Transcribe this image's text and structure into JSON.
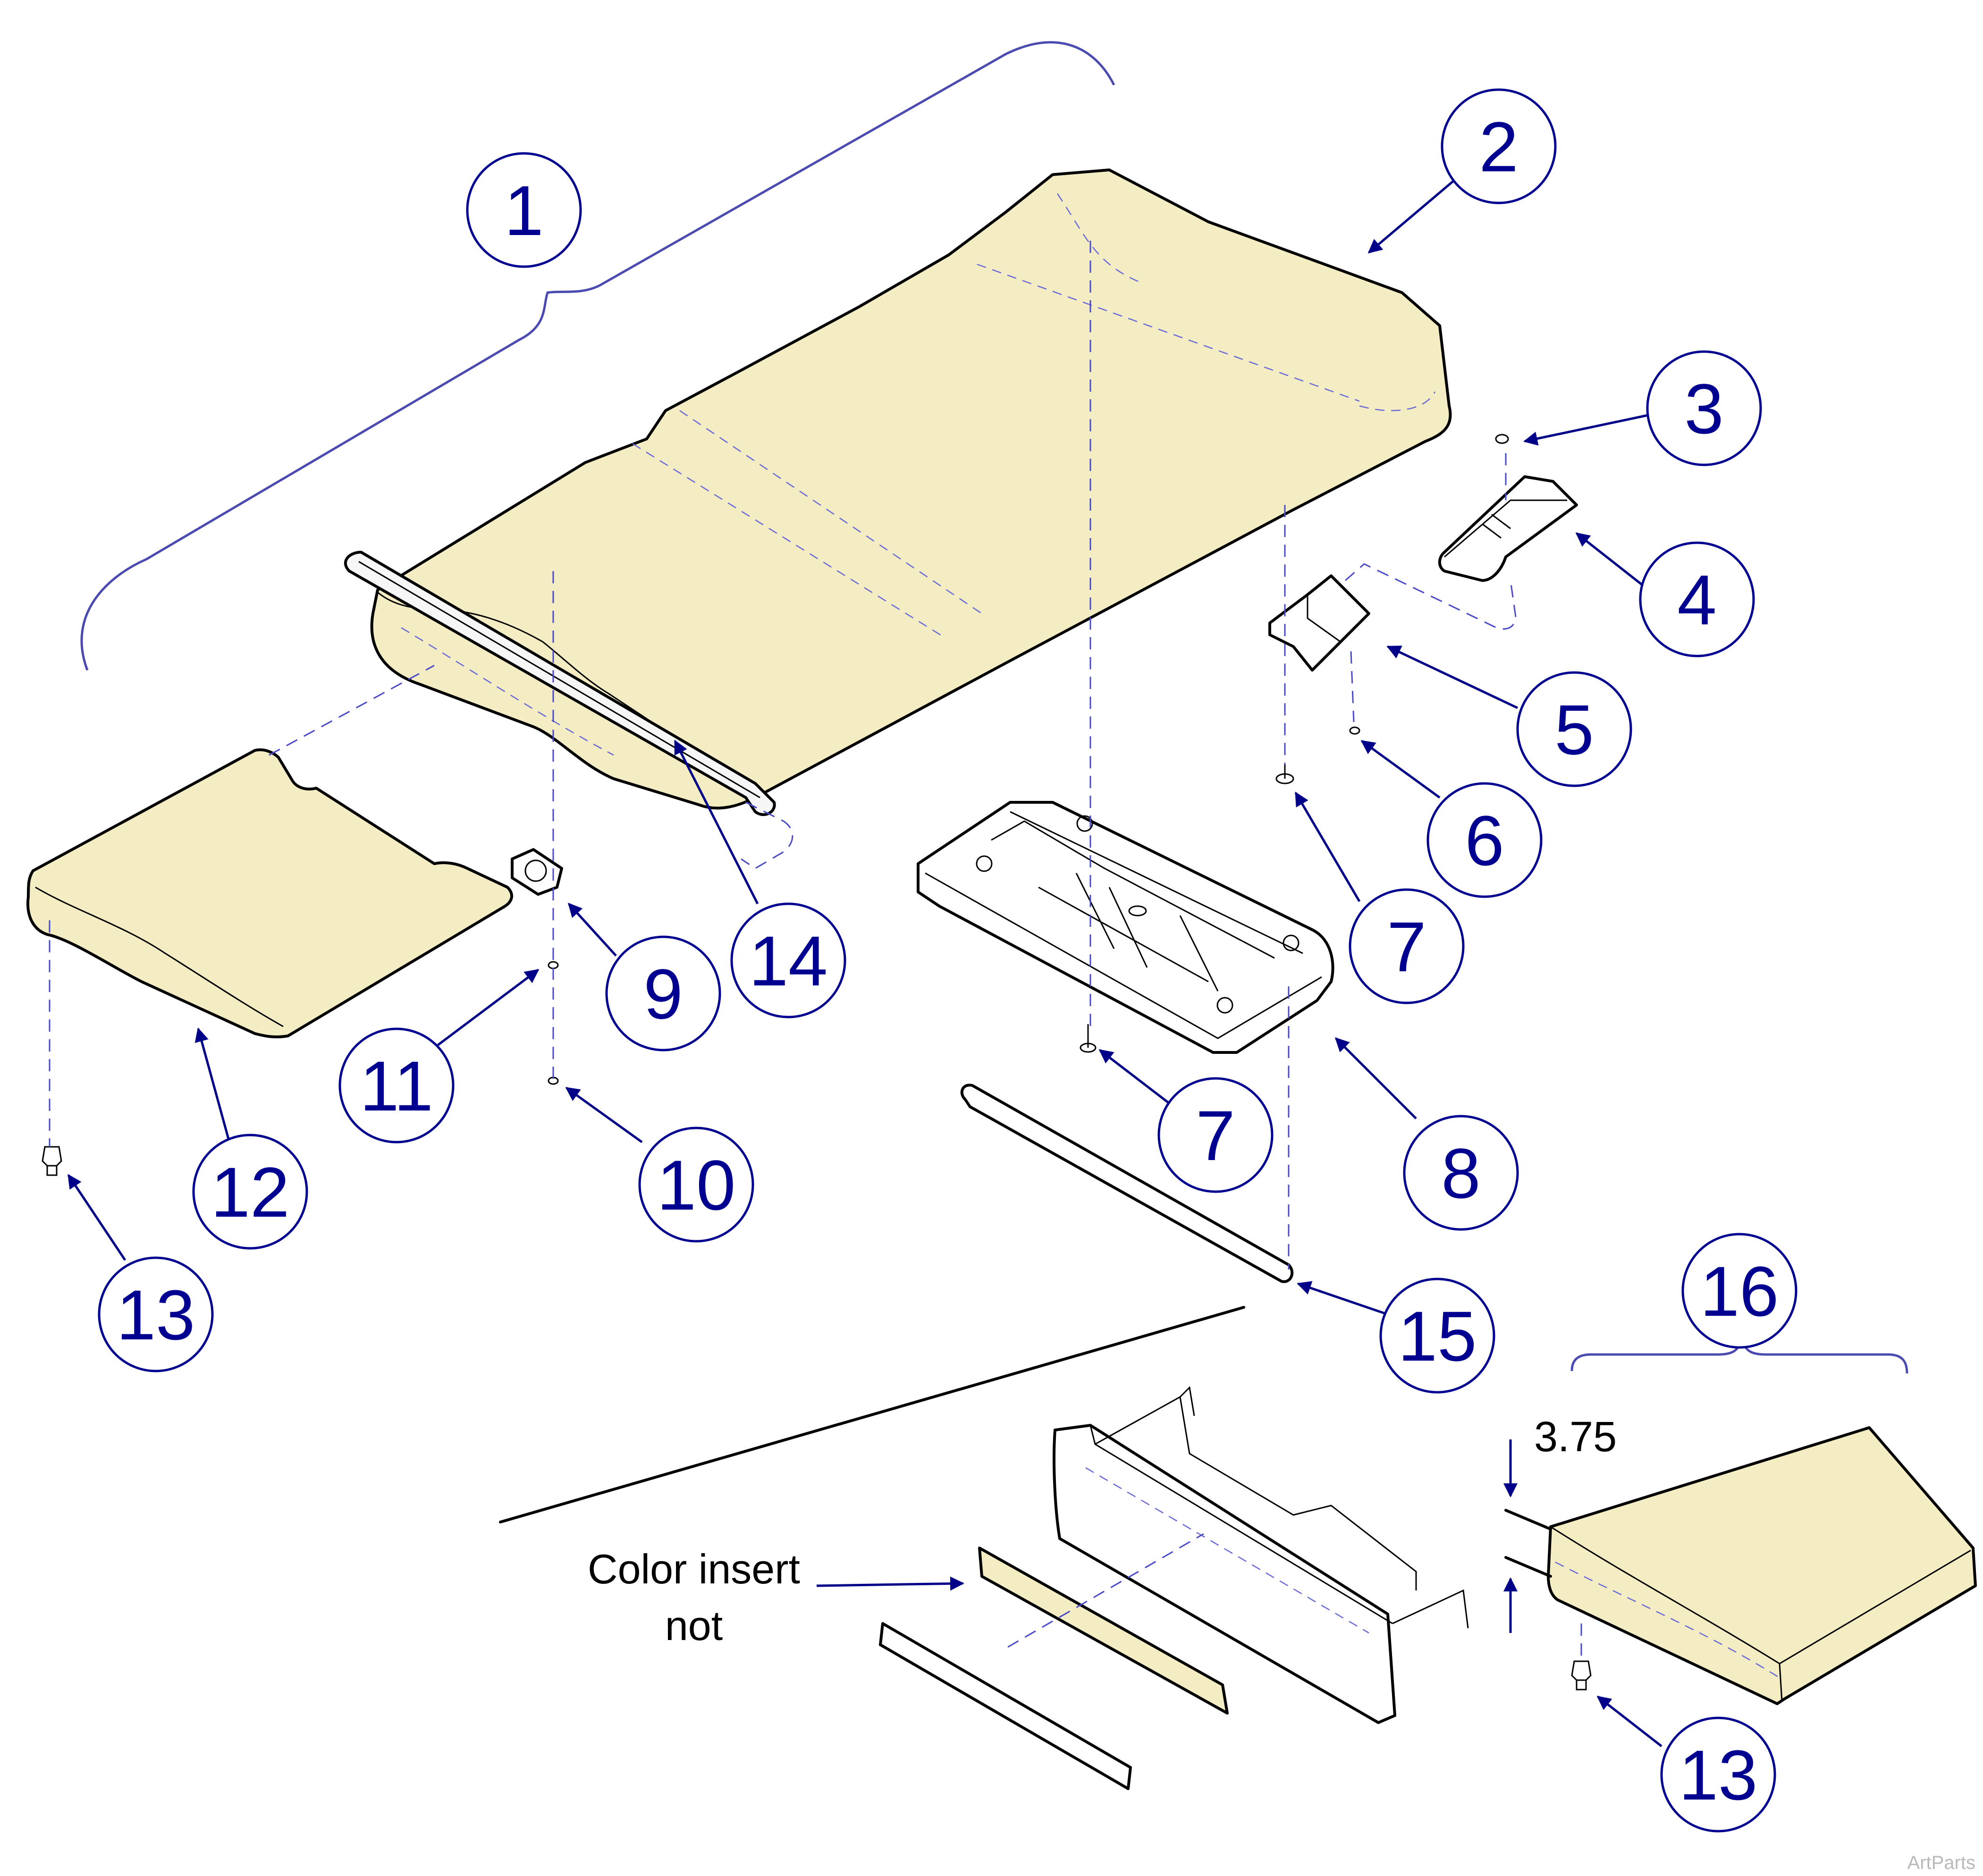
{
  "callouts": [
    {
      "id": "callout-1",
      "label": "1"
    },
    {
      "id": "callout-2",
      "label": "2"
    },
    {
      "id": "callout-3",
      "label": "3"
    },
    {
      "id": "callout-4",
      "label": "4"
    },
    {
      "id": "callout-5",
      "label": "5"
    },
    {
      "id": "callout-6",
      "label": "6"
    },
    {
      "id": "callout-7a",
      "label": "7"
    },
    {
      "id": "callout-7b",
      "label": "7"
    },
    {
      "id": "callout-8",
      "label": "8"
    },
    {
      "id": "callout-9",
      "label": "9"
    },
    {
      "id": "callout-10",
      "label": "10"
    },
    {
      "id": "callout-11",
      "label": "11"
    },
    {
      "id": "callout-12",
      "label": "12"
    },
    {
      "id": "callout-13a",
      "label": "13"
    },
    {
      "id": "callout-13b",
      "label": "13"
    },
    {
      "id": "callout-14",
      "label": "14"
    },
    {
      "id": "callout-15",
      "label": "15"
    },
    {
      "id": "callout-16",
      "label": "16"
    }
  ],
  "note": {
    "line1": "Color insert",
    "line2": "not"
  },
  "dimension": {
    "value": "3.75"
  },
  "watermark": "ArtParts",
  "colors": {
    "upholstery": "#f4ecc2",
    "callout_blue": "#000090",
    "bracket_blue": "#4a4ab0"
  }
}
